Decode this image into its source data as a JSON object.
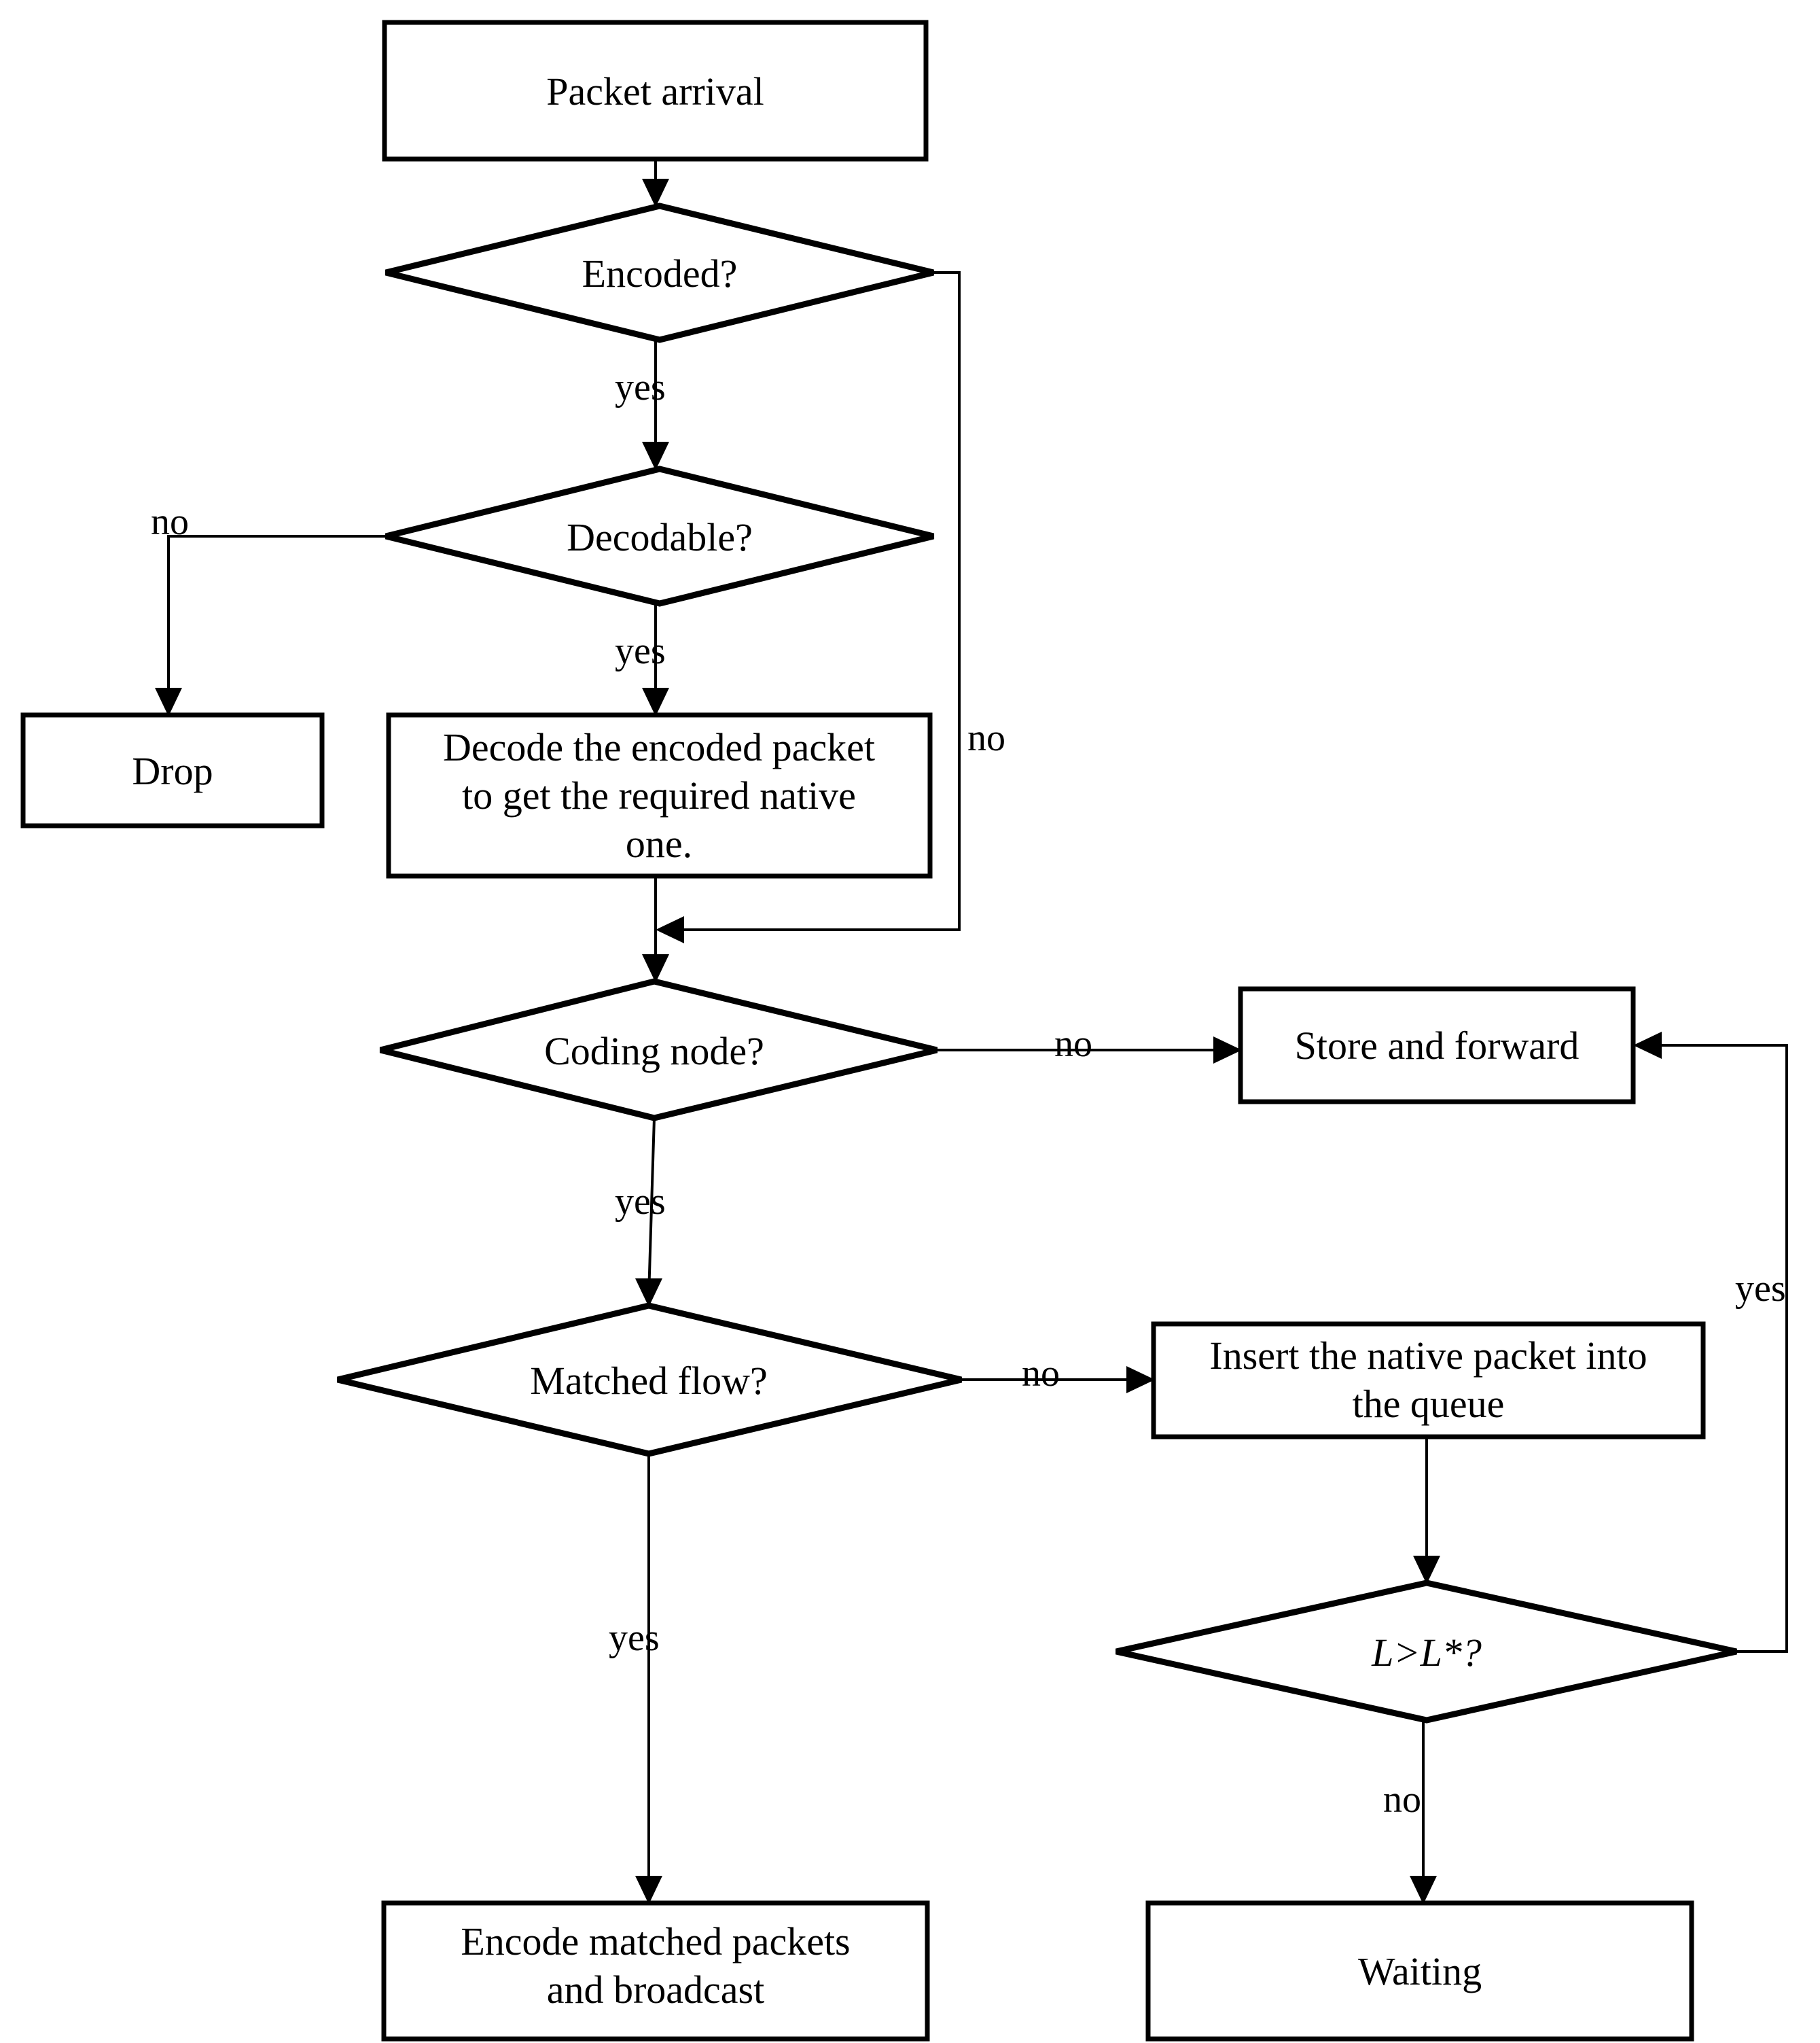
{
  "diagram": {
    "type": "flowchart",
    "title": "Packet processing flowchart",
    "background": "#ffffff",
    "line_color": "#000000",
    "text_color": "#000000"
  },
  "nodes": [
    {
      "id": "packet-arrival",
      "shape": "process",
      "label": "Packet arrival"
    },
    {
      "id": "encoded",
      "shape": "decision",
      "label": "Encoded?"
    },
    {
      "id": "decodable",
      "shape": "decision",
      "label": "Decodable?"
    },
    {
      "id": "drop",
      "shape": "process",
      "label": "Drop"
    },
    {
      "id": "decode-packet",
      "shape": "process",
      "label": "Decode the encoded packet\nto get the required native\none."
    },
    {
      "id": "coding-node",
      "shape": "decision",
      "label": "Coding node?"
    },
    {
      "id": "store-forward",
      "shape": "process",
      "label": "Store and forward"
    },
    {
      "id": "matched-flow",
      "shape": "decision",
      "label": "Matched flow?"
    },
    {
      "id": "insert-queue",
      "shape": "process",
      "label": "Insert the native packet into\nthe queue"
    },
    {
      "id": "length-check",
      "shape": "decision",
      "label": "L>L*?",
      "italic": true
    },
    {
      "id": "encode-broadcast",
      "shape": "process",
      "label": "Encode  matched packets\nand broadcast"
    },
    {
      "id": "waiting",
      "shape": "process",
      "label": "Waiting"
    }
  ],
  "edges": [
    {
      "id": "e1",
      "from": "packet-arrival",
      "to": "encoded",
      "label": ""
    },
    {
      "id": "e2",
      "from": "encoded",
      "to": "decodable",
      "label": "yes"
    },
    {
      "id": "e3",
      "from": "encoded",
      "to": "coding-node",
      "label": "no"
    },
    {
      "id": "e4",
      "from": "decodable",
      "to": "drop",
      "label": "no"
    },
    {
      "id": "e5",
      "from": "decodable",
      "to": "decode-packet",
      "label": "yes"
    },
    {
      "id": "e6",
      "from": "decode-packet",
      "to": "coding-node",
      "label": ""
    },
    {
      "id": "e7",
      "from": "coding-node",
      "to": "store-forward",
      "label": "no"
    },
    {
      "id": "e8",
      "from": "coding-node",
      "to": "matched-flow",
      "label": "yes"
    },
    {
      "id": "e9",
      "from": "matched-flow",
      "to": "insert-queue",
      "label": "no"
    },
    {
      "id": "e10",
      "from": "matched-flow",
      "to": "encode-broadcast",
      "label": "yes"
    },
    {
      "id": "e11",
      "from": "insert-queue",
      "to": "length-check",
      "label": ""
    },
    {
      "id": "e12",
      "from": "length-check",
      "to": "store-forward",
      "label": "yes"
    },
    {
      "id": "e13",
      "from": "length-check",
      "to": "waiting",
      "label": "no"
    }
  ],
  "edge_labels": {
    "encoded_yes": "yes",
    "encoded_no": "no",
    "decodable_no": "no",
    "decodable_yes": "yes",
    "coding_no": "no",
    "coding_yes": "yes",
    "matched_no": "no",
    "matched_yes": "yes",
    "length_yes": "yes",
    "length_no": "no"
  }
}
